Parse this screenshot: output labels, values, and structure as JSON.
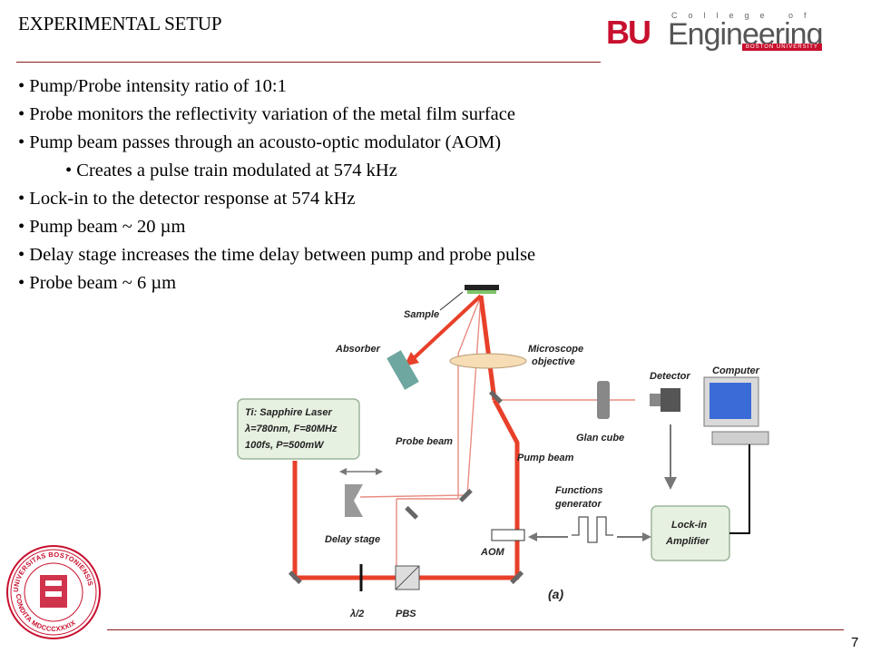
{
  "slide": {
    "title": "EXPERIMENTAL SETUP",
    "page_number": "7"
  },
  "logo": {
    "bu": "BU",
    "engineering": "Engineering",
    "college_of": "College of",
    "university": "BOSTON UNIVERSITY"
  },
  "bullets": [
    {
      "text": "• Pump/Probe intensity ratio of 10:1",
      "level": 1
    },
    {
      "text": "• Probe monitors the reflectivity variation of the metal film surface",
      "level": 1
    },
    {
      "text": "• Pump beam passes through an acousto-optic modulator (AOM)",
      "level": 1
    },
    {
      "text": "• Creates a pulse train modulated at 574 kHz",
      "level": 2
    },
    {
      "text": "• Lock-in to the detector response at 574 kHz",
      "level": 1
    },
    {
      "text": "• Pump beam ~ 20 µm",
      "level": 1
    },
    {
      "text": "• Delay stage increases the time delay between pump and probe pulse",
      "level": 1
    },
    {
      "text": "• Probe beam ~ 6 µm",
      "level": 1
    }
  ],
  "diagram": {
    "sample": "Sample",
    "absorber": "Absorber",
    "microscope_1": "Microscope",
    "microscope_2": "objective",
    "detector": "Detector",
    "computer": "Computer",
    "laser_1": "Ti: Sapphire Laser",
    "laser_2": "λ=780nm, F=80MHz",
    "laser_3": "100fs, P=500mW",
    "probe_beam": "Probe beam",
    "glan_cube": "Glan cube",
    "pump_beam": "Pump beam",
    "functions_1": "Functions",
    "functions_2": "generator",
    "delay_stage": "Delay stage",
    "aom": "AOM",
    "lockin_1": "Lock-in",
    "lockin_2": "Amplifier",
    "half_wave": "λ/2",
    "pbs": "PBS",
    "panel": "(a)"
  },
  "seal": {
    "text_top": "UNIVERSITAS BOSTONIENSIS",
    "text_bottom": "CONDITA MDCCCXXXIX"
  },
  "colors": {
    "accent": "#c8102e",
    "rule": "#8a1b1b",
    "beam": "#e8402a",
    "laser_box": "#e7f1e1"
  }
}
